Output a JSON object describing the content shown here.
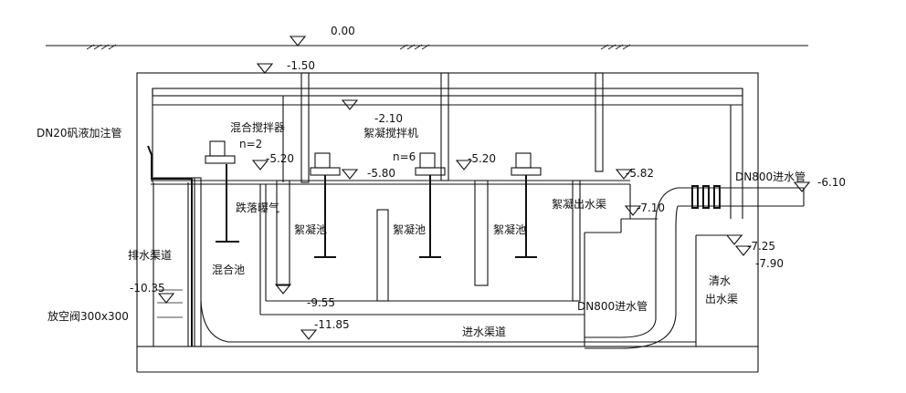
{
  "elevations": {
    "ground": "0.00",
    "roof": "-1.50",
    "inner_top": "-2.10",
    "mix_water": "-5.20",
    "floc_water": "-5.80",
    "floc_water_right": "-5.20",
    "channel_level": "-5.82",
    "inlet_pipe": "-6.10",
    "floc_channel": "-7.10",
    "clear_channel_top": "-7.25",
    "clear_channel_bottom": "-7.90",
    "floc_bottom": "-9.55",
    "drain_level": "-10.35",
    "inlet_channel_bottom": "-11.85"
  },
  "labels": {
    "dosing_pipe": "DN20矾液加注管",
    "mixer": "混合搅拌器",
    "mixer_count": "n=2",
    "floc_mixer": "絮凝搅拌机",
    "floc_mixer_count": "n=6",
    "drop_aeration": "跌落曝气",
    "mixing_tank": "混合池",
    "floc_tank_1": "絮凝池",
    "floc_tank_2": "絮凝池",
    "floc_tank_3": "絮凝池",
    "floc_outlet": "絮凝出水渠",
    "inlet_pipe_top": "DN800进水管",
    "inlet_pipe_mid": "DN800进水管",
    "drain_channel": "排水渠道",
    "drain_valve": "放空阀300x300",
    "inlet_channel": "进水渠道",
    "clear_line1": "清水",
    "clear_line2": "出水渠"
  }
}
